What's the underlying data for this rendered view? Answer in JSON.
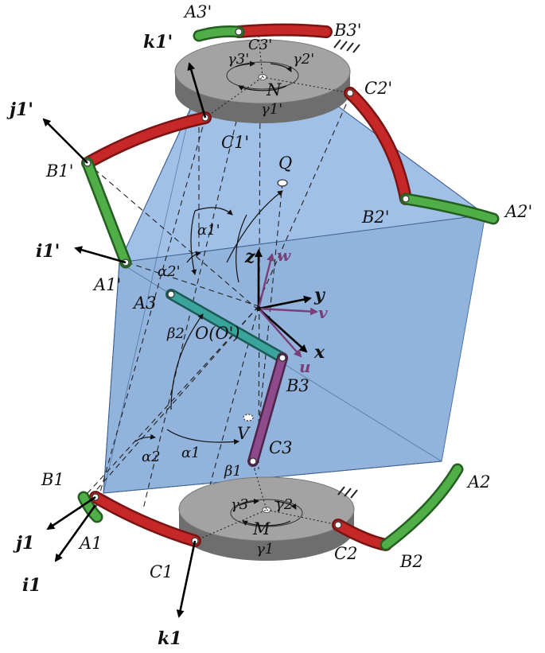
{
  "labels": {
    "A3p": "A3'",
    "B3p": "B3'",
    "C3p": "C3'",
    "k1p": "k1'",
    "j1p": "j1'",
    "i1p": "i1'",
    "B1p": "B1'",
    "C1p": "C1'",
    "A1p": "A1'",
    "C2p": "C2'",
    "B2p": "B2'",
    "A2p": "A2'",
    "N": "N",
    "Q": "Q",
    "g3p": "γ3'",
    "g2p": "γ2'",
    "g1p": "γ1'",
    "alpha1p": "α1'",
    "alpha2p": "α2'",
    "z": "z",
    "w": "w",
    "y": "y",
    "v": "v",
    "x": "x",
    "u": "u",
    "A3": "A3",
    "beta2": "β2",
    "O": "O(O')",
    "B3": "B3",
    "V": "V",
    "alpha1": "α1",
    "alpha2": "α2",
    "beta1": "β1",
    "C3": "C3",
    "B1": "B1",
    "A2": "A2",
    "j1": "j1",
    "A1": "A1",
    "M": "M",
    "g3": "γ3",
    "g2": "γ2",
    "g1": "γ1",
    "i1": "i1",
    "C1": "C1",
    "C2": "C2",
    "B2": "B2",
    "k1": "k1"
  },
  "colors": {
    "base_platform": "#9a9a9a",
    "red_link": "#b22222",
    "green_link": "#3f9a3a",
    "purple_link": "#7a3f78",
    "teal_link": "#2f8f88",
    "workspace_blue": "#6b9bd6",
    "frame_arrow": "#000000",
    "moving_frame_arrow": "#7a3f78"
  },
  "icons": {
    "ground": "hatch-ground-icon"
  }
}
